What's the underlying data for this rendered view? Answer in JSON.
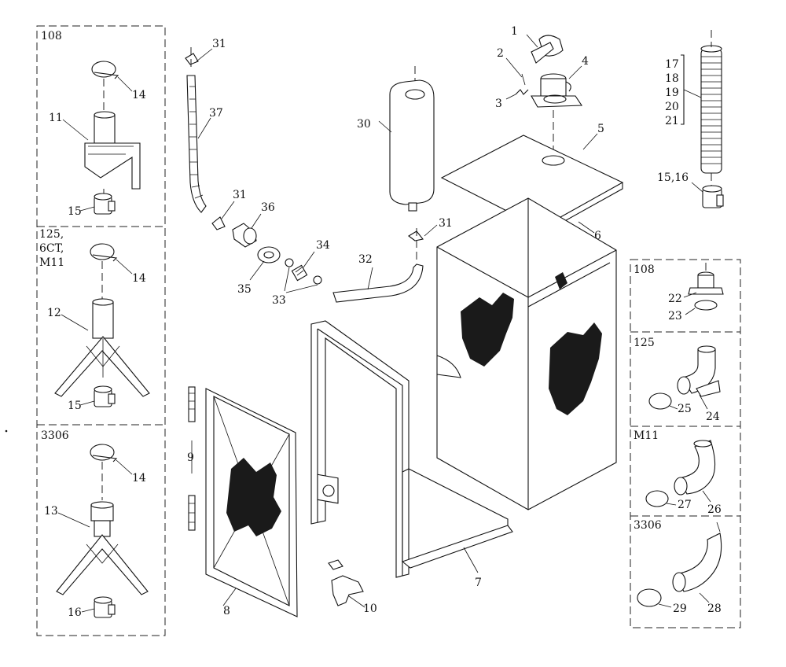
{
  "panels": {
    "left": {
      "section_108": "108",
      "section_125": "125,",
      "section_6ct": "6CT,",
      "section_m11": "M11",
      "section_3306": "3306"
    },
    "right": {
      "section_108": "108",
      "section_125": "125",
      "section_m11": "M11",
      "section_3306": "3306"
    }
  },
  "callouts": {
    "c1": "1",
    "c2": "2",
    "c3": "3",
    "c4": "4",
    "c5": "5",
    "c6": "6",
    "c7": "7",
    "c8": "8",
    "c9": "9",
    "c10": "10",
    "c11": "11",
    "c12": "12",
    "c13": "13",
    "c14a": "14",
    "c14b": "14",
    "c14c": "14",
    "c15a": "15",
    "c15b": "15",
    "c16": "16",
    "c17": "17",
    "c18": "18",
    "c19": "19",
    "c20": "20",
    "c21": "21",
    "c1516": "15,16",
    "c22": "22",
    "c23": "23",
    "c24": "24",
    "c25": "25",
    "c26": "26",
    "c27": "27",
    "c28": "28",
    "c29": "29",
    "c30": "30",
    "c31a": "31",
    "c31b": "31",
    "c31c": "31",
    "c32": "32",
    "c33": "33",
    "c34": "34",
    "c35": "35",
    "c36": "36",
    "c37": "37"
  }
}
